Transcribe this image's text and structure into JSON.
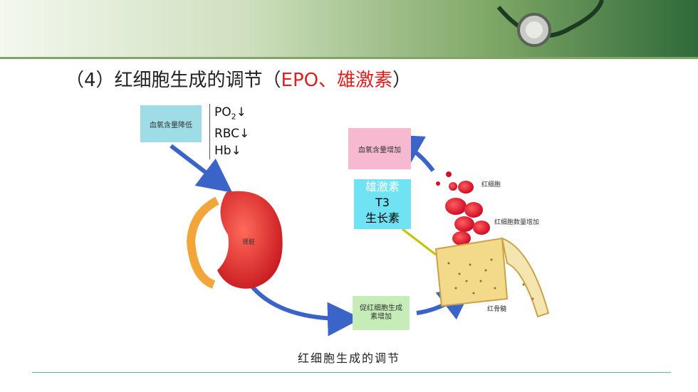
{
  "title": {
    "prefix": "（4）红细胞生成的调节（",
    "highlight": "EPO、雄激素",
    "suffix": "）"
  },
  "boxes": {
    "oxygen_low": "血氧含量降低",
    "oxygen_up": "血氧含量增加",
    "epo_increase": "促红细胞生成素增加"
  },
  "conditions": {
    "po2": "PO",
    "po2_sub": "2",
    "po2_arrow": "↓",
    "rbc": "RBC↓",
    "hb": "Hb↓"
  },
  "hormones": [
    "雄激素",
    "T3",
    "生长素"
  ],
  "labels": {
    "kidney": "肾脏",
    "rbc": "红细胞",
    "rbc_increase": "红细胞数量增加",
    "bone_marrow": "红骨髓"
  },
  "caption": "红细胞生成的调节",
  "colors": {
    "highlight": "#e31e1e",
    "hormone_box": "#6fe3f3",
    "arrow": "#3b64c8"
  }
}
